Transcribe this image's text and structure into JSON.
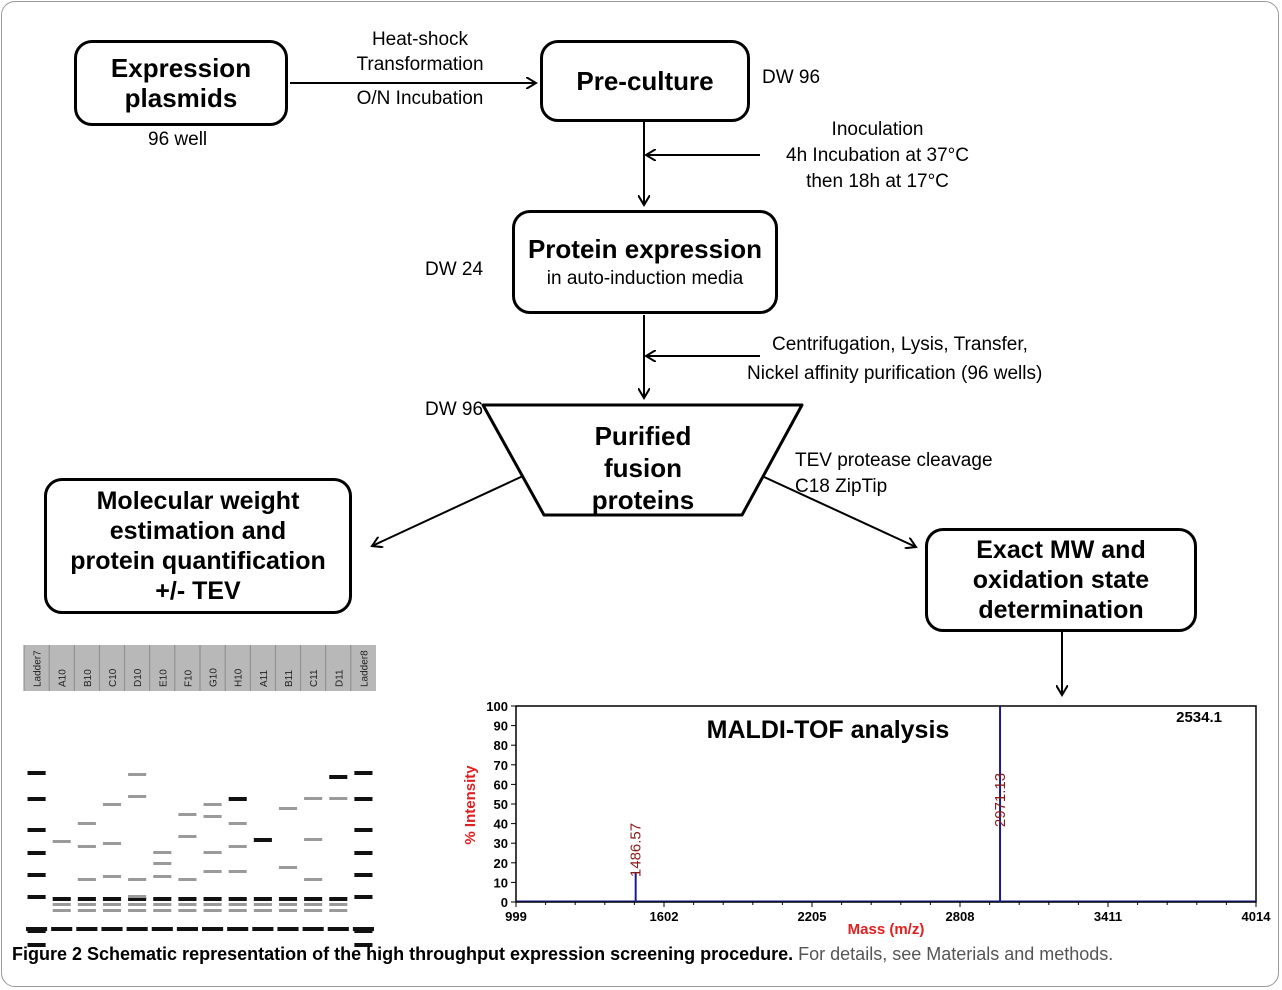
{
  "nodes": {
    "plasmids": {
      "title_l1": "Expression",
      "title_l2": "plasmids",
      "note": "96 well"
    },
    "preculture": {
      "title": "Pre-culture",
      "note": "DW 96"
    },
    "expression": {
      "title": "Protein expression",
      "sub": "in auto-induction media",
      "note": "DW 24"
    },
    "purified": {
      "l1": "Purified",
      "l2": "fusion",
      "l3": "proteins",
      "note": "DW 96"
    },
    "mw": {
      "l1": "Molecular weight",
      "l2": "estimation and",
      "l3": "protein quantification",
      "l4": "+/- TEV"
    },
    "exact": {
      "l1": "Exact MW and",
      "l2": "oxidation state",
      "l3": "determination"
    }
  },
  "edges": {
    "transform": {
      "l1": "Heat-shock",
      "l2": "Transformation",
      "l3": "O/N Incubation"
    },
    "inoculation": {
      "l1": "Inoculation",
      "l2": "4h Incubation at 37°C",
      "l3": "then 18h at 17°C"
    },
    "purification": {
      "l1": "Centrifugation, Lysis, Transfer,",
      "l2": "Nickel affinity purification (96 wells)"
    },
    "tev": {
      "l1": "TEV protease cleavage",
      "l2": "C18 ZipTip"
    }
  },
  "gel": {
    "lanes": [
      "Ladder7",
      "A10",
      "B10",
      "C10",
      "D10",
      "E10",
      "F10",
      "G10",
      "H10",
      "A11",
      "B11",
      "C11",
      "D11",
      "Ladder8"
    ]
  },
  "chart_data": {
    "type": "line",
    "title": "MALDI-TOF analysis",
    "xlabel": "Mass (m/z)",
    "ylabel": "% Intensity",
    "xlim": [
      999,
      4014
    ],
    "ylim": [
      0,
      100
    ],
    "xticks": [
      999,
      1602,
      2205,
      2808,
      3411,
      4014
    ],
    "yticks": [
      0,
      10,
      20,
      30,
      40,
      50,
      60,
      70,
      80,
      90,
      100
    ],
    "peaks": [
      {
        "x": 1486.57,
        "y": 15,
        "label": "1486.57"
      },
      {
        "x": 2971.13,
        "y": 100,
        "label": "2971.13"
      }
    ],
    "corner_label": "2534.1",
    "colors": {
      "line": "#1a1a8c",
      "axis_label": "#e02020",
      "peak_label": "#8b1a1a"
    }
  },
  "caption": {
    "title": "Figure 2 Schematic representation of the high throughput expression screening procedure.",
    "detail": "For details, see Materials and methods."
  }
}
